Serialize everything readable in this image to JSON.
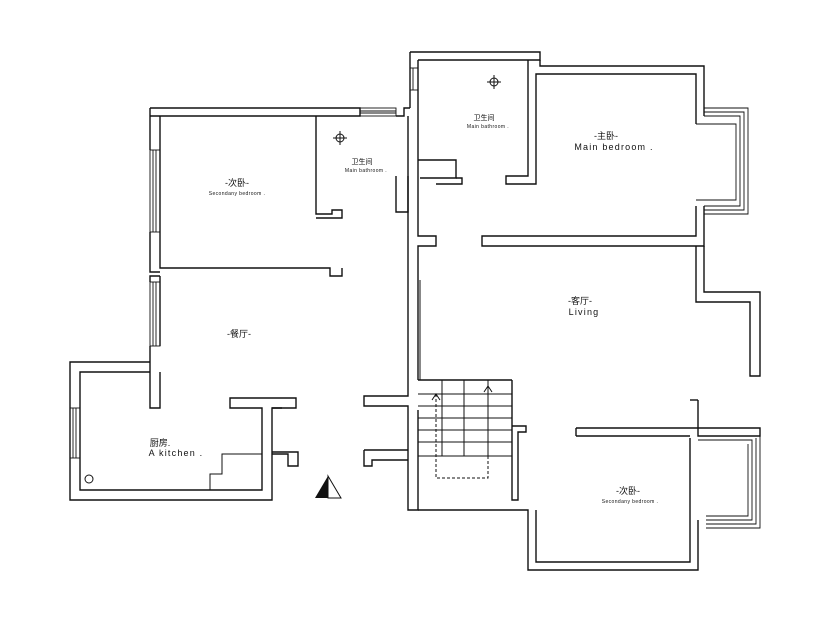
{
  "rooms": {
    "secondary_bedroom_left": {
      "cn": "-次卧-",
      "en": "Secondany bedroom ."
    },
    "bathroom_left": {
      "cn": "卫生间",
      "en": "Main bathroom ."
    },
    "bathroom_main": {
      "cn": "卫生间",
      "en": "Main bathroom ."
    },
    "main_bedroom": {
      "cn": "-主卧-",
      "en": "Main bedroom ."
    },
    "dining": {
      "cn": "-餐厅-"
    },
    "living": {
      "cn": "-客厅-",
      "en": "Living"
    },
    "kitchen": {
      "cn": "厨房.",
      "en": "A kitchen ."
    },
    "secondary_bedroom_right": {
      "cn": "-次卧-",
      "en": "Secondany bedroom ."
    }
  },
  "icons": {
    "north": "north-arrow-icon",
    "light": "ceiling-light-icon"
  },
  "colors": {
    "line": "#111111",
    "background": "#ffffff"
  }
}
